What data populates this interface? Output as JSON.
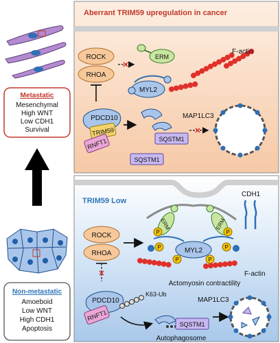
{
  "left": {
    "metastatic_box": {
      "title": "Metastatic",
      "lines": [
        "Mesenchymal",
        "High WNT",
        "Low CDH1",
        "Survival"
      ]
    },
    "nonmetastatic_box": {
      "title": "Non-metastatic",
      "lines": [
        "Amoeboid",
        "Low WNT",
        "High CDH1",
        "Apoptosis"
      ]
    }
  },
  "top_panel": {
    "title": "Aberrant TRIM59 upregulation in cancer",
    "labels": {
      "rock": "ROCK",
      "rhoa": "RHOA",
      "erm": "ERM",
      "myl2": "MYL2",
      "factin": "F-actin",
      "pdcd10": "PDCD10",
      "trim59": "TRIM59",
      "rnft1": "RNFT1",
      "sqstm1_a": "SQSTM1",
      "sqstm1_b": "SQSTM1",
      "map1lc3": "MAP1LC3"
    }
  },
  "bottom_panel": {
    "title": "TRIM59 Low",
    "labels": {
      "cdh1": "CDH1",
      "rock": "ROCK",
      "rhoa": "RHOA",
      "erm_left": "ERM",
      "erm_right": "ERM",
      "myl2": "MYL2",
      "factin": "F-actin",
      "contractility": "Actomyosin contractility",
      "pdcd10": "PDCD10",
      "rnft1": "RNFT1",
      "k63": "K63-Ub",
      "sqstm1": "SQSTM1",
      "map1lc3": "MAP1LC3",
      "autophagosome": "Autophagosome",
      "p": "P"
    }
  },
  "colors": {
    "top_title": "#c0392b",
    "bottom_title": "#2e75b6",
    "metastatic_title": "#c0392b",
    "nonmetastatic_title": "#2e75b6",
    "orange_node": "#f6c89a",
    "green_node": "#c8e6a0",
    "blue_node": "#a9c6ea",
    "pink_node": "#e9a6d6",
    "yellow_node": "#f3d36b",
    "lavender_node": "#c8b8ef",
    "factin": "#e0302a",
    "phospho": "#f2c200"
  }
}
